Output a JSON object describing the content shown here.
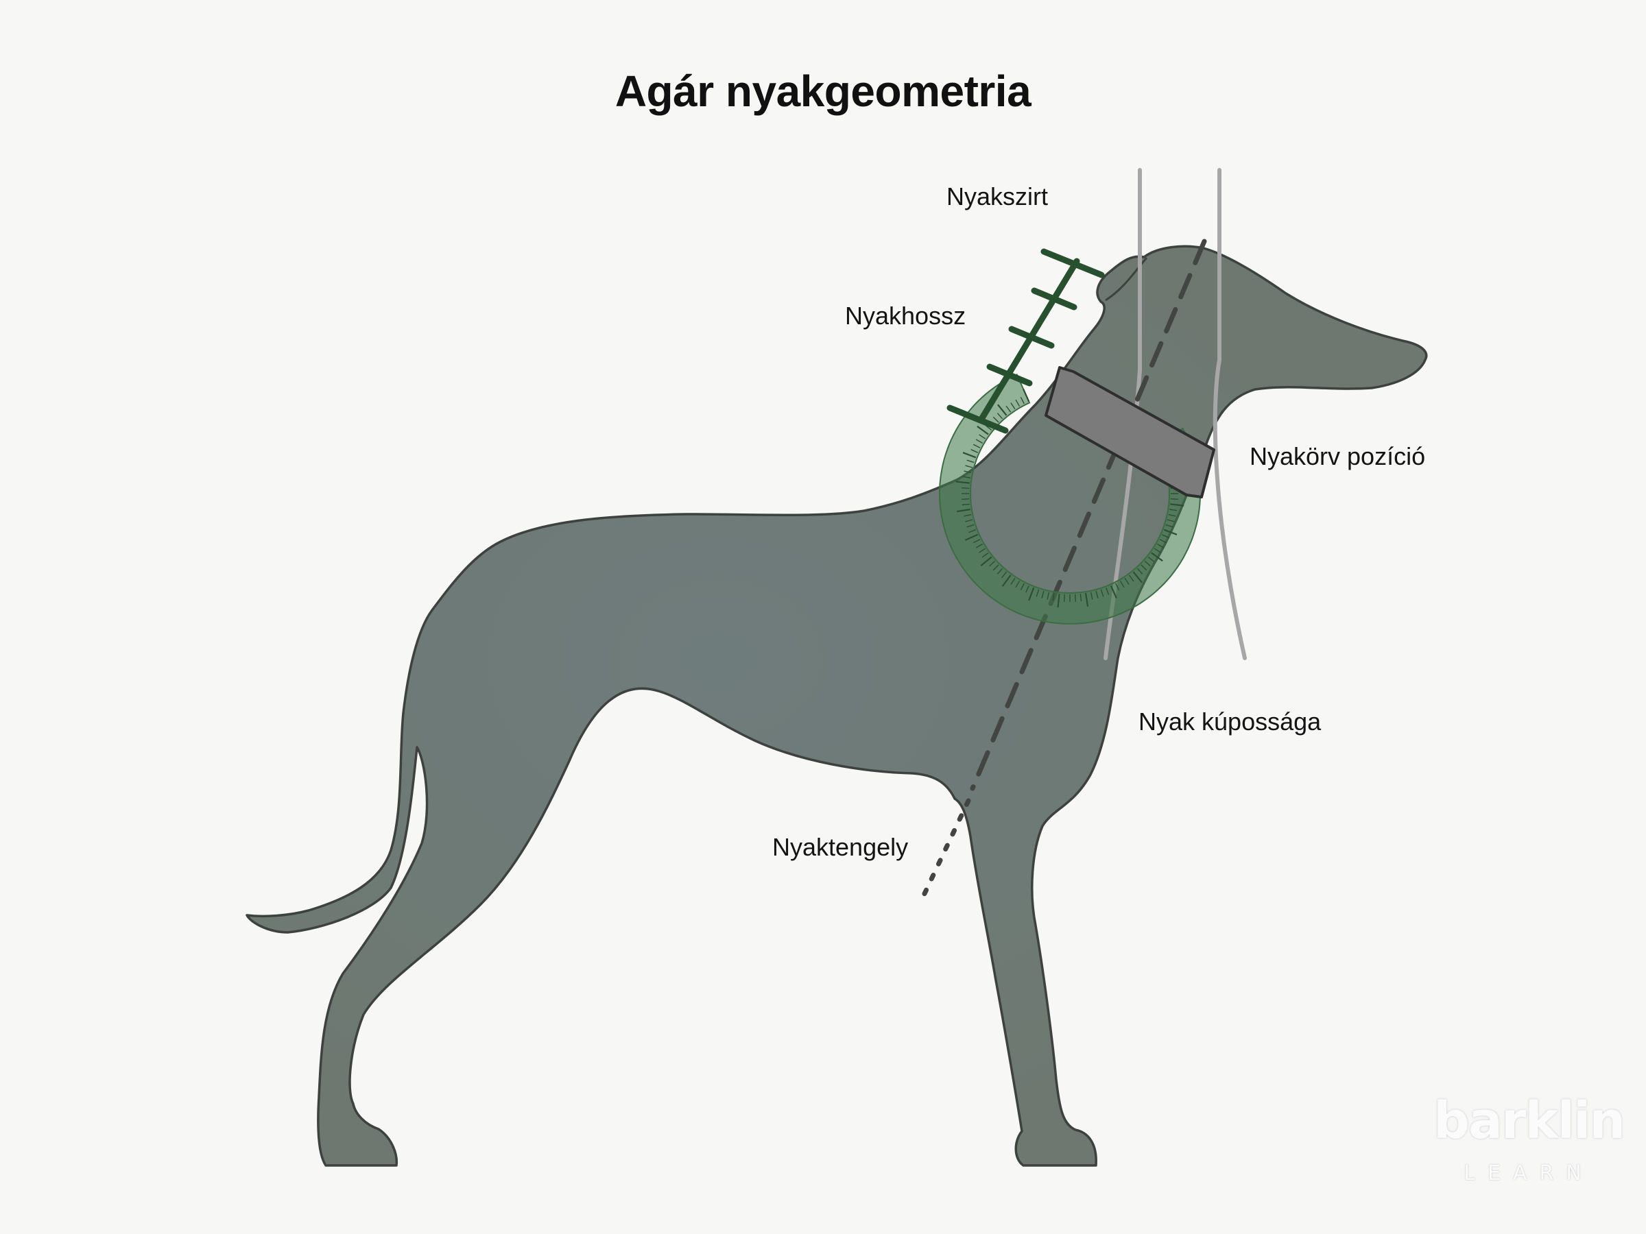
{
  "title": "Agár nyakgeometria",
  "labels": {
    "occiput": "Nyakszirt",
    "neck_length": "Nyakhossz",
    "collar_position": "Nyakörv pozíció",
    "neck_taper": "Nyak kúpossága",
    "neck_axis": "Nyaktengely"
  },
  "logo": {
    "word": "barklin",
    "sub": "LEARN"
  },
  "colors": {
    "dog_fill": "#6e7971",
    "dog_outline": "#3d423f",
    "ruler": "#27502f",
    "protractor": "#3f7a48",
    "collar": "#7b7b7b",
    "taper_lines": "#a7a7a7",
    "axis_line": "#424542"
  }
}
